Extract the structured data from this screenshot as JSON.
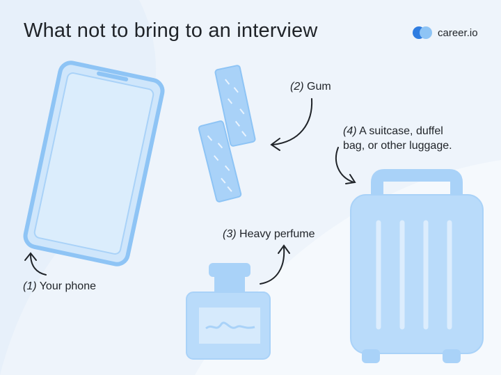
{
  "title": "What not to bring to an interview",
  "brand": {
    "name": "career.io",
    "logo_icon": "career-io-logo-icon",
    "colors": {
      "dark": "#2f7de1",
      "light": "#8ec4f5"
    }
  },
  "items": [
    {
      "number": "(1)",
      "text": "Your phone",
      "icon": "phone-icon"
    },
    {
      "number": "(2)",
      "text": "Gum",
      "icon": "gum-icon"
    },
    {
      "number": "(3)",
      "text": "Heavy perfume",
      "icon": "perfume-bottle-icon"
    },
    {
      "number": "(4)",
      "text": "A suitcase, duffel",
      "text_line2": "bag, or other luggage.",
      "icon": "suitcase-icon"
    }
  ],
  "colors": {
    "background": "#eef4fb",
    "illustration_fill": "#b9dbfa",
    "illustration_stroke": "#8ec4f5",
    "text": "#1f2328"
  }
}
